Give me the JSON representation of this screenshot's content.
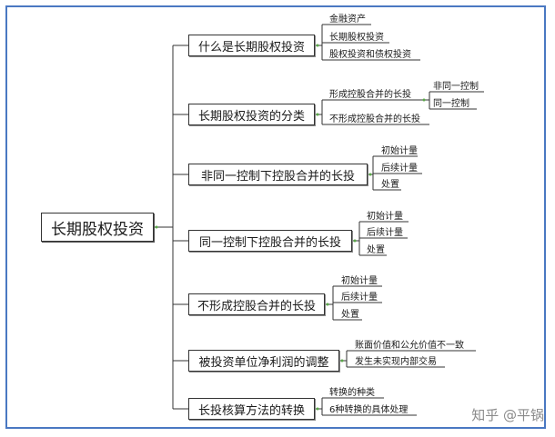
{
  "root": "长期股权投资",
  "branches": [
    {
      "label": "什么是长期股权投资",
      "leaves": [
        "金融资产",
        "长期股权投资",
        "股权投资和债权投资"
      ]
    },
    {
      "label": "长期股权投资的分类",
      "leaves": [
        "形成控股合并的长投",
        "不形成控股合并的长投"
      ],
      "sub": [
        "非同一控制",
        "同一控制"
      ]
    },
    {
      "label": "非同一控制下控股合并的长投",
      "leaves": [
        "初始计量",
        "后续计量",
        "处置"
      ]
    },
    {
      "label": "同一控制下控股合并的长投",
      "leaves": [
        "初始计量",
        "后续计量",
        "处置"
      ]
    },
    {
      "label": "不形成控股合并的长投",
      "leaves": [
        "初始计量",
        "后续计量",
        "处置"
      ]
    },
    {
      "label": "被投资单位净利润的调整",
      "leaves": [
        "账面价值和公允价值不一致",
        "发生未实现内部交易"
      ]
    },
    {
      "label": "长投核算方法的转换",
      "leaves": [
        "转换的种类",
        "6种转换的具体处理"
      ]
    }
  ],
  "watermark": "知乎 @平锅"
}
